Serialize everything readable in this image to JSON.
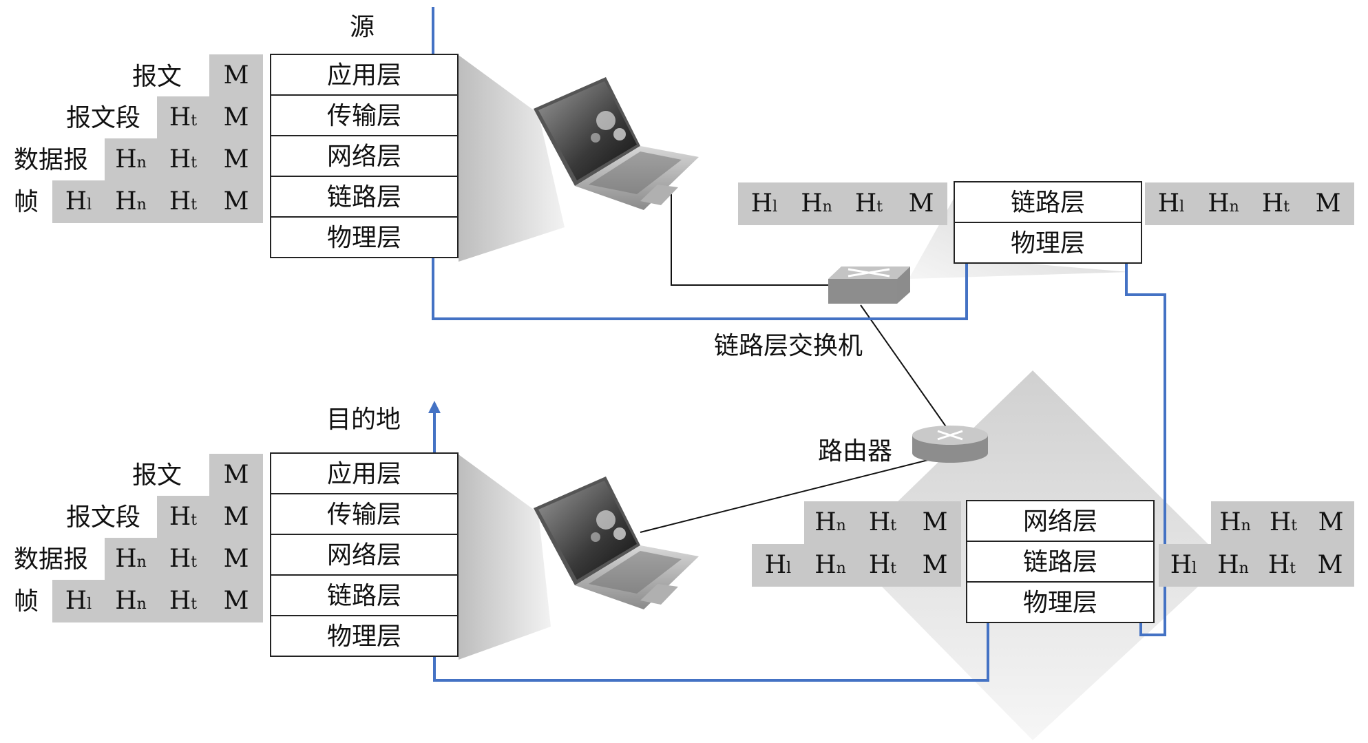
{
  "labels": {
    "source": "源",
    "destination": "目的地",
    "switch": "链路层交换机",
    "router": "路由器"
  },
  "pdu_names": {
    "message": "报文",
    "segment": "报文段",
    "datagram": "数据报",
    "frame": "帧"
  },
  "headers": {
    "M": "M",
    "H": "H",
    "t": "t",
    "n": "n",
    "l": "l"
  },
  "layers": {
    "application": "应用层",
    "transport": "传输层",
    "network": "网络层",
    "link": "链路层",
    "physical": "物理层"
  },
  "colors": {
    "path": "#4472c4",
    "cell": "#c8c8c8",
    "border": "#222222",
    "zoom": "#e6e6e6"
  }
}
